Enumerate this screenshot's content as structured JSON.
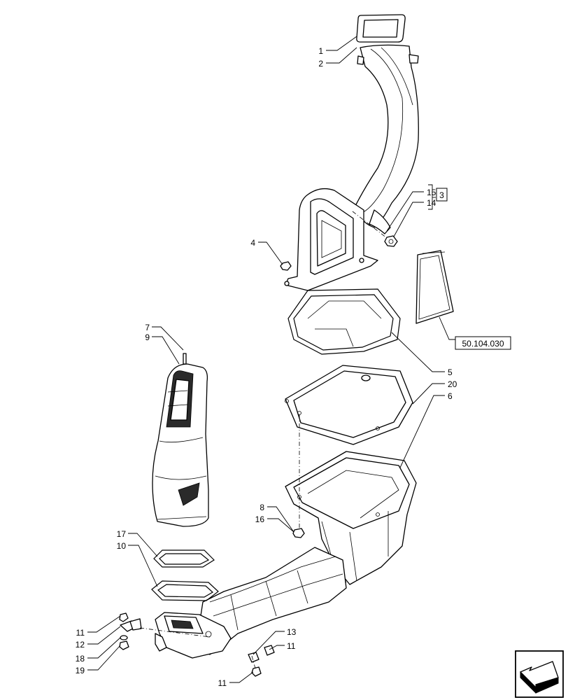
{
  "callouts": {
    "c1": "1",
    "c2": "2",
    "c4": "4",
    "c5": "5",
    "c6": "6",
    "c7": "7",
    "c8": "8",
    "c9": "9",
    "c10": "10",
    "c11a": "11",
    "c11b": "11",
    "c11c": "11",
    "c12": "12",
    "c13": "13",
    "c14": "14",
    "c15": "15",
    "c16": "16",
    "c17": "17",
    "c18": "18",
    "c19": "19",
    "c20": "20"
  },
  "refs": {
    "ref_3": "3",
    "ref_filter": "50.104.030"
  },
  "icons": {
    "corner": "navigation-arrow-icon"
  }
}
